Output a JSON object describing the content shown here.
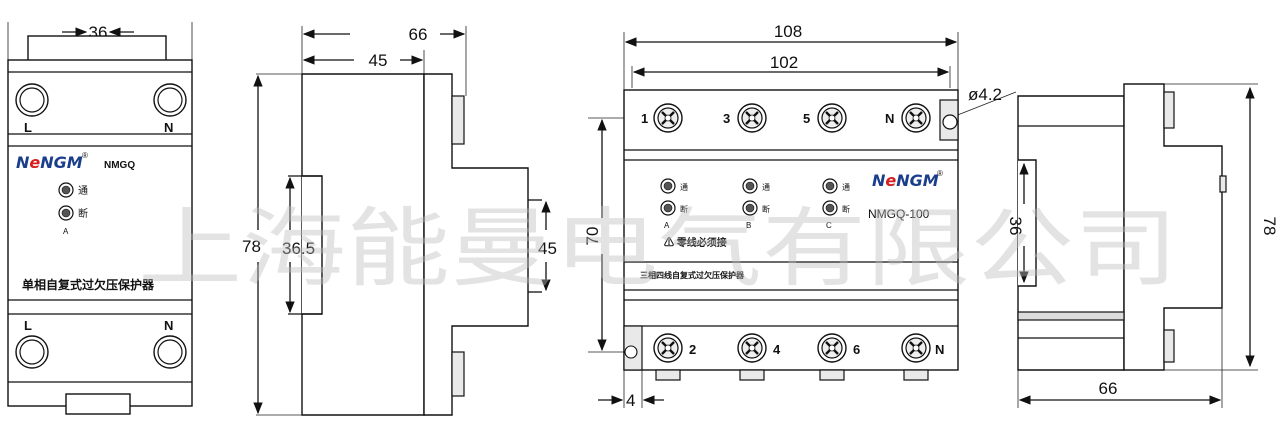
{
  "dimensions": {
    "front_single_width": "36",
    "side_depth_total": "66",
    "side_depth_inner": "45",
    "side_height": "78",
    "side_rail_height": "36.5",
    "side_rail_depth": "45",
    "front_multi_width_total": "108",
    "front_multi_width_inner": "102",
    "hole_diameter": "ø4.2",
    "front_multi_height": "70",
    "front_multi_bottom_offset": "4",
    "side2_height": "78",
    "side2_rail": "36",
    "side2_depth": "66"
  },
  "single_device": {
    "top_terminal_left": "L",
    "top_terminal_right": "N",
    "brand": "NеNGM",
    "reg_mark": "®",
    "model": "NMGQ",
    "led_on": "通",
    "led_off": "断",
    "phase": "A",
    "product_name": "单相自复式过欠压保护器",
    "bottom_terminal_left": "L",
    "bottom_terminal_right": "N"
  },
  "multi_device": {
    "top_terminals": [
      "1",
      "3",
      "5",
      "N"
    ],
    "brand": "NеNGM",
    "reg_mark": "®",
    "model": "NMGQ-100",
    "leds": [
      {
        "on": "通",
        "off": "断",
        "phase": "A"
      },
      {
        "on": "通",
        "off": "断",
        "phase": "B"
      },
      {
        "on": "通",
        "off": "断",
        "phase": "C"
      }
    ],
    "warning": "⚠ 零线必须接",
    "product_name": "三相四线自复式过欠压保护器",
    "bottom_terminals": [
      "2",
      "4",
      "6",
      "N"
    ]
  },
  "watermark": "上海能曼电气有限公司",
  "colors": {
    "line": "#111111",
    "brand_n": "#1a3e8c",
    "brand_e": "#d42020",
    "watermark": "#bdbdbd"
  }
}
